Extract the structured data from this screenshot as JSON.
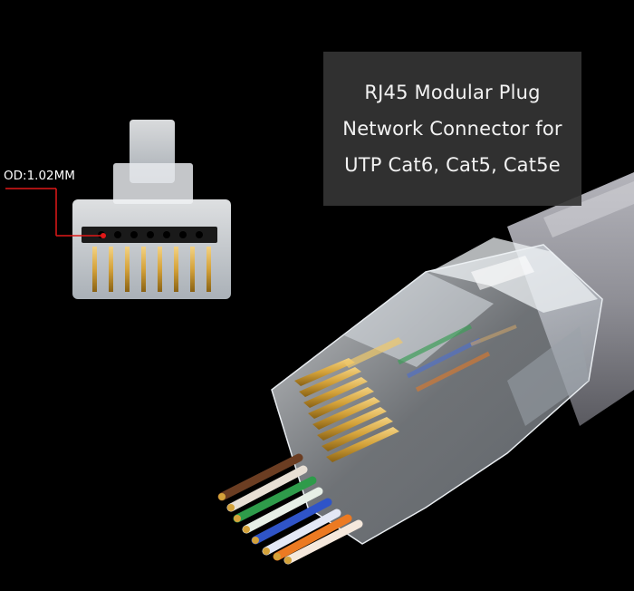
{
  "callout": {
    "line1": "RJ45 Modular Plug",
    "line2": "Network Connector for",
    "line3": "UTP Cat6, Cat5, Cat5e"
  },
  "dimension": {
    "label": "OD:1.02MM"
  },
  "colors": {
    "background": "#000000",
    "callout_box": "#343434",
    "dimension_marker": "#e01818",
    "gold_contact": "#d4a23a",
    "cable_jacket": "#8f8f96"
  },
  "wires": [
    "brown",
    "white-brown",
    "green",
    "white-green",
    "blue",
    "white-blue",
    "orange",
    "white-orange"
  ]
}
